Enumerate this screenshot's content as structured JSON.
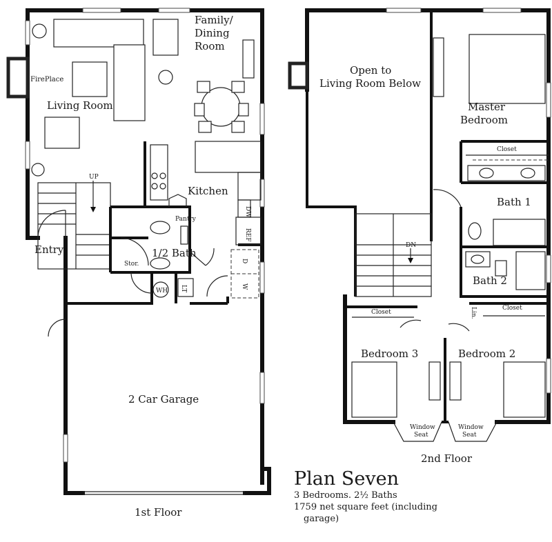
{
  "first_floor": {
    "fireplace": "FirePlace",
    "living_room": "Living Room",
    "family_dining": [
      "Family/",
      "Dining",
      "Room"
    ],
    "kitchen": "Kitchen",
    "pantry": "Pantry",
    "half_bath": "1/2 Bath",
    "storage": "Stor.",
    "water_heater": "WH",
    "laundry_tub": "LT",
    "dishwasher": "DW",
    "refrigerator": "REF",
    "dryer": "D",
    "washer": "W",
    "stairs_up": "UP",
    "entry": "Entry",
    "garage": "2 Car Garage",
    "floor_label": "1st Floor"
  },
  "second_floor": {
    "open_to_below": [
      "Open to",
      "Living Room Below"
    ],
    "master_bedroom": [
      "Master",
      "Bedroom"
    ],
    "closet": "Closet",
    "bath1": "Bath 1",
    "bath2": "Bath 2",
    "stairs_down": "DN",
    "linen": "Lin.",
    "bedroom3": "Bedroom 3",
    "bedroom2": "Bedroom 2",
    "window_seat": [
      "Window",
      "Seat"
    ],
    "floor_label": "2nd Floor"
  },
  "plan": {
    "title": "Plan Seven",
    "summary": "3 Bedrooms. 2½ Baths",
    "area_line1": "1759 net square feet (including",
    "area_line2": "garage)"
  }
}
